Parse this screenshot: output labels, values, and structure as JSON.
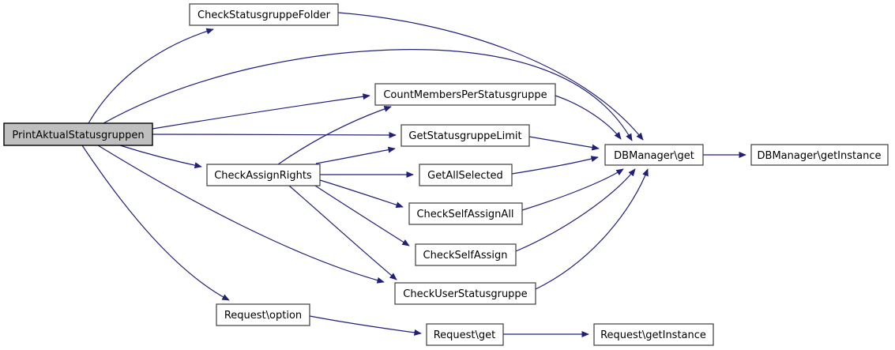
{
  "graph": {
    "kind": "call-graph",
    "colors": {
      "background": "#ffffff",
      "edge": "#20207a",
      "node_fill": "#ffffff",
      "node_border": "#3c3c3c",
      "highlight_fill": "#bfbfbf",
      "highlight_border": "#000000",
      "text": "#000000"
    },
    "nodes": [
      {
        "id": "PrintAktualStatusgruppen",
        "label": "PrintAktualStatusgruppen",
        "highlighted": true
      },
      {
        "id": "CheckStatusgruppeFolder",
        "label": "CheckStatusgruppeFolder",
        "highlighted": false
      },
      {
        "id": "CountMembersPerStatusgruppe",
        "label": "CountMembersPerStatusgruppe",
        "highlighted": false
      },
      {
        "id": "GetStatusgruppeLimit",
        "label": "GetStatusgruppeLimit",
        "highlighted": false
      },
      {
        "id": "CheckAssignRights",
        "label": "CheckAssignRights",
        "highlighted": false
      },
      {
        "id": "GetAllSelected",
        "label": "GetAllSelected",
        "highlighted": false
      },
      {
        "id": "CheckSelfAssignAll",
        "label": "CheckSelfAssignAll",
        "highlighted": false
      },
      {
        "id": "CheckSelfAssign",
        "label": "CheckSelfAssign",
        "highlighted": false
      },
      {
        "id": "CheckUserStatusgruppe",
        "label": "CheckUserStatusgruppe",
        "highlighted": false
      },
      {
        "id": "DBManager\\get",
        "label": "DBManager\\get",
        "highlighted": false
      },
      {
        "id": "DBManager\\getInstance",
        "label": "DBManager\\getInstance",
        "highlighted": false
      },
      {
        "id": "Request\\option",
        "label": "Request\\option",
        "highlighted": false
      },
      {
        "id": "Request\\get",
        "label": "Request\\get",
        "highlighted": false
      },
      {
        "id": "Request\\getInstance",
        "label": "Request\\getInstance",
        "highlighted": false
      }
    ],
    "edges": [
      [
        "PrintAktualStatusgruppen",
        "CheckStatusgruppeFolder"
      ],
      [
        "PrintAktualStatusgruppen",
        "DBManager\\get"
      ],
      [
        "PrintAktualStatusgruppen",
        "CountMembersPerStatusgruppe"
      ],
      [
        "PrintAktualStatusgruppen",
        "GetStatusgruppeLimit"
      ],
      [
        "PrintAktualStatusgruppen",
        "CheckAssignRights"
      ],
      [
        "PrintAktualStatusgruppen",
        "CheckUserStatusgruppe"
      ],
      [
        "PrintAktualStatusgruppen",
        "Request\\option"
      ],
      [
        "CheckStatusgruppeFolder",
        "DBManager\\get"
      ],
      [
        "CountMembersPerStatusgruppe",
        "DBManager\\get"
      ],
      [
        "GetStatusgruppeLimit",
        "DBManager\\get"
      ],
      [
        "CheckAssignRights",
        "CountMembersPerStatusgruppe"
      ],
      [
        "CheckAssignRights",
        "GetStatusgruppeLimit"
      ],
      [
        "CheckAssignRights",
        "GetAllSelected"
      ],
      [
        "CheckAssignRights",
        "CheckSelfAssignAll"
      ],
      [
        "CheckAssignRights",
        "CheckSelfAssign"
      ],
      [
        "CheckAssignRights",
        "CheckUserStatusgruppe"
      ],
      [
        "GetAllSelected",
        "DBManager\\get"
      ],
      [
        "CheckSelfAssignAll",
        "DBManager\\get"
      ],
      [
        "CheckSelfAssign",
        "DBManager\\get"
      ],
      [
        "CheckUserStatusgruppe",
        "DBManager\\get"
      ],
      [
        "DBManager\\get",
        "DBManager\\getInstance"
      ],
      [
        "Request\\option",
        "Request\\get"
      ],
      [
        "Request\\get",
        "Request\\getInstance"
      ]
    ]
  }
}
